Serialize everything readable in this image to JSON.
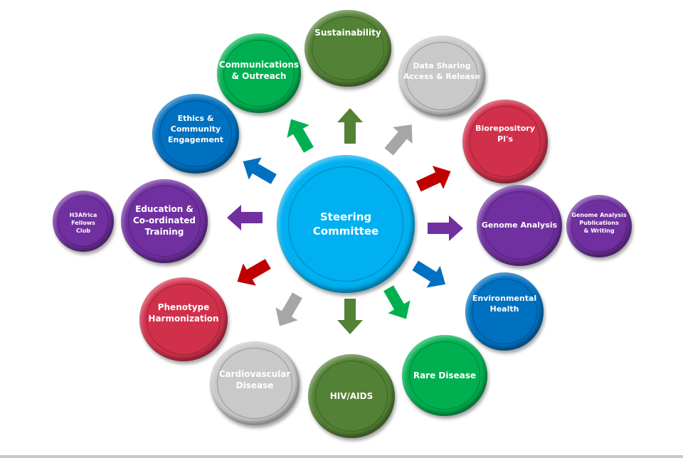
{
  "center": {
    "label": "Steering\nCommittee",
    "color": "#00b0f0"
  },
  "nodes": [
    {
      "id": "sustainability",
      "label": "Sustainability",
      "color": "#538135"
    },
    {
      "id": "communications",
      "label": "Communications\n& Outreach",
      "color": "#00b050"
    },
    {
      "id": "data-sharing",
      "label": "Data Sharing\nAccess & Release",
      "color": "#c9c9c9"
    },
    {
      "id": "ethics",
      "label": "Ethics &\nCommunity\nEngagement",
      "color": "#0070c0"
    },
    {
      "id": "biorepository",
      "label": "Biorepository\nPI's",
      "color": "#d1304b"
    },
    {
      "id": "education",
      "label": "Education &\nCo-ordinated\nTraining",
      "color": "#7030a0"
    },
    {
      "id": "h3africa-fellows",
      "label": "H3Africa Fellows\nClub",
      "color": "#7030a0"
    },
    {
      "id": "genome-analysis",
      "label": "Genome Analysis",
      "color": "#7030a0"
    },
    {
      "id": "genome-publications",
      "label": "Genome Analysis\nPublications\n& Writing",
      "color": "#7030a0"
    },
    {
      "id": "phenotype",
      "label": "Phenotype\nHarmonization",
      "color": "#d1304b"
    },
    {
      "id": "environmental",
      "label": "Environmental\nHealth",
      "color": "#0070c0"
    },
    {
      "id": "cardiovascular",
      "label": "Cardiovascular\nDisease",
      "color": "#c9c9c9"
    },
    {
      "id": "hiv-aids",
      "label": "HIV/AIDS",
      "color": "#538135"
    },
    {
      "id": "rare-disease",
      "label": "Rare Disease",
      "color": "#00b050"
    }
  ],
  "arrows": [
    {
      "target": "sustainability",
      "color": "#538135"
    },
    {
      "target": "communications",
      "color": "#00b050"
    },
    {
      "target": "data-sharing",
      "color": "#a6a6a6"
    },
    {
      "target": "ethics",
      "color": "#0070c0"
    },
    {
      "target": "biorepository",
      "color": "#c00000"
    },
    {
      "target": "education",
      "color": "#7030a0"
    },
    {
      "target": "genome-analysis",
      "color": "#7030a0"
    },
    {
      "target": "phenotype",
      "color": "#c00000"
    },
    {
      "target": "environmental",
      "color": "#0070c0"
    },
    {
      "target": "cardiovascular",
      "color": "#a6a6a6"
    },
    {
      "target": "hiv-aids",
      "color": "#538135"
    },
    {
      "target": "rare-disease",
      "color": "#00b050"
    }
  ]
}
